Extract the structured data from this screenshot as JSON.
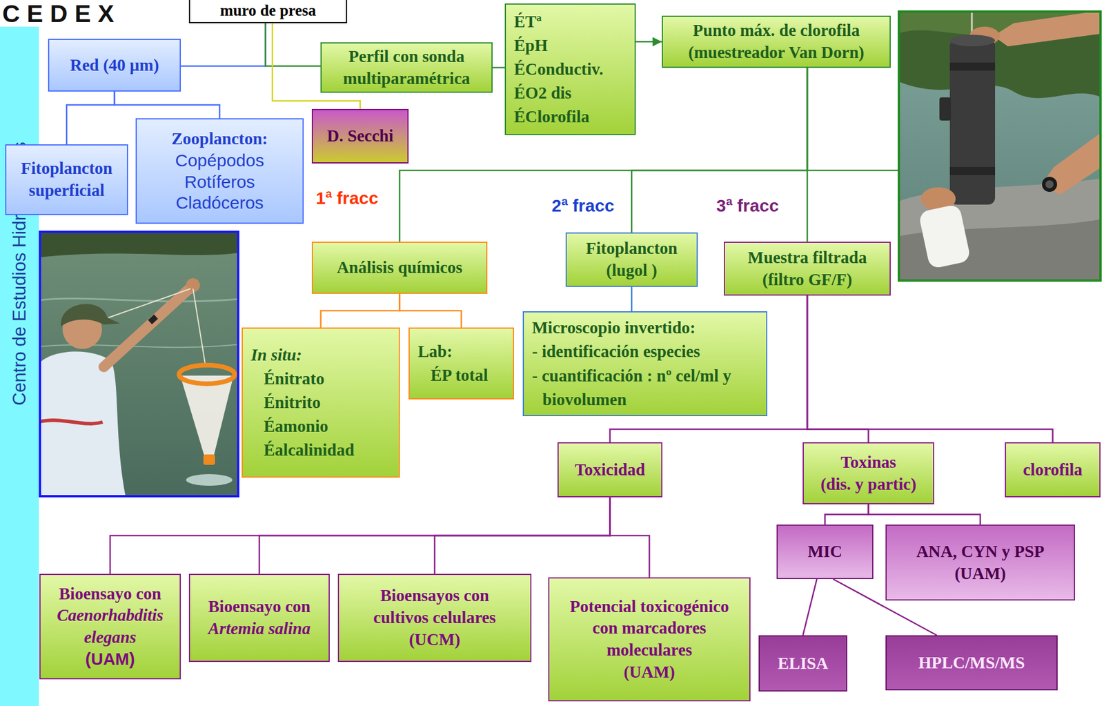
{
  "diagram": {
    "nodes": [
      {
        "text": [
          "Centro de Estudios Hidrográficos"
        ]
      },
      {
        "text": [
          "muro de presa"
        ]
      },
      {
        "text": [
          "Red (40 µm)"
        ]
      },
      {
        "text": [
          "Perfil con sonda multiparamétrica"
        ]
      },
      {
        "text": [
          "ÉTª",
          "ÉpH",
          "ÉConductiv.",
          "ÉO2 dis",
          "ÉClorofila"
        ]
      },
      {
        "text": [
          "Punto máx. de clorofila",
          "(muestreador Van Dorn)"
        ]
      },
      {
        "text": [
          "D. Secchi"
        ]
      },
      {
        "text": [
          "Fitoplancton superficial"
        ]
      },
      {
        "text": [
          "Zooplancton:",
          "Copépodos",
          "Rotíferos",
          "Cladóceros"
        ]
      },
      {
        "text": [
          "Análisis químicos"
        ]
      },
      {
        "text": [
          "Fitoplancton",
          "(lugol )"
        ]
      },
      {
        "text": [
          "Muestra filtrada",
          "(filtro GF/F)"
        ]
      },
      {
        "text": [
          "In situ:",
          "Énitrato",
          "Énitrito",
          "Éamonio",
          "Éalcalinidad"
        ]
      },
      {
        "text": [
          "Lab:",
          "ÉP total"
        ]
      },
      {
        "text": [
          "Microscopio invertido:",
          "- identificación especies",
          "- cuantificación : nº cel/ml y biovolumen"
        ]
      },
      {
        "text": [
          "Toxicidad"
        ]
      },
      {
        "text": [
          "Toxinas",
          "(dis. y partic)"
        ]
      },
      {
        "text": [
          "clorofila"
        ]
      },
      {
        "text": [
          "MIC"
        ]
      },
      {
        "text": [
          "ANA, CYN y PSP",
          "(UAM)"
        ]
      },
      {
        "text": [
          "Bioensayo con",
          "Caenorhabditis elegans",
          "(UAM)"
        ]
      },
      {
        "text": [
          "Bioensayo con",
          "Artemia salina"
        ]
      },
      {
        "text": [
          "Bioensayos con",
          "cultivos celulares",
          "(UCM)"
        ]
      },
      {
        "text": [
          "Potencial toxicogénico con marcadores moleculares",
          "(UAM)"
        ]
      },
      {
        "text": [
          "ELISA"
        ]
      },
      {
        "text": [
          "HPLC/MS/MS"
        ]
      }
    ],
    "edges": [
      {
        "from": 1,
        "to": 2,
        "arrow": "none"
      },
      {
        "from": 1,
        "to": 3,
        "arrow": "none"
      },
      {
        "from": 1,
        "to": 6,
        "arrow": "none"
      },
      {
        "from": 2,
        "to": 7,
        "arrow": "none"
      },
      {
        "from": 2,
        "to": 8,
        "arrow": "none"
      },
      {
        "from": 3,
        "to": 4,
        "arrow": "none"
      },
      {
        "from": 4,
        "to": 5,
        "arrow": "to"
      },
      {
        "from": 5,
        "to": 9,
        "arrow": "none"
      },
      {
        "from": 5,
        "to": 10,
        "arrow": "none"
      },
      {
        "from": 5,
        "to": 11,
        "arrow": "none"
      },
      {
        "from": 9,
        "to": 12,
        "arrow": "none"
      },
      {
        "from": 9,
        "to": 13,
        "arrow": "none"
      },
      {
        "from": 10,
        "to": 14,
        "arrow": "none"
      },
      {
        "from": 11,
        "to": 15,
        "arrow": "none"
      },
      {
        "from": 11,
        "to": 16,
        "arrow": "none"
      },
      {
        "from": 11,
        "to": 17,
        "arrow": "none"
      },
      {
        "from": 15,
        "to": 20,
        "arrow": "none"
      },
      {
        "from": 15,
        "to": 21,
        "arrow": "none"
      },
      {
        "from": 15,
        "to": 22,
        "arrow": "none"
      },
      {
        "from": 15,
        "to": 23,
        "arrow": "none"
      },
      {
        "from": 16,
        "to": 18,
        "arrow": "none"
      },
      {
        "from": 16,
        "to": 19,
        "arrow": "none"
      },
      {
        "from": 18,
        "to": 24,
        "arrow": "none"
      },
      {
        "from": 18,
        "to": 25,
        "arrow": "none"
      }
    ],
    "labels": [
      "CEDEX",
      "1ª fracc",
      "2ª fracc",
      "3ª fracc"
    ]
  }
}
